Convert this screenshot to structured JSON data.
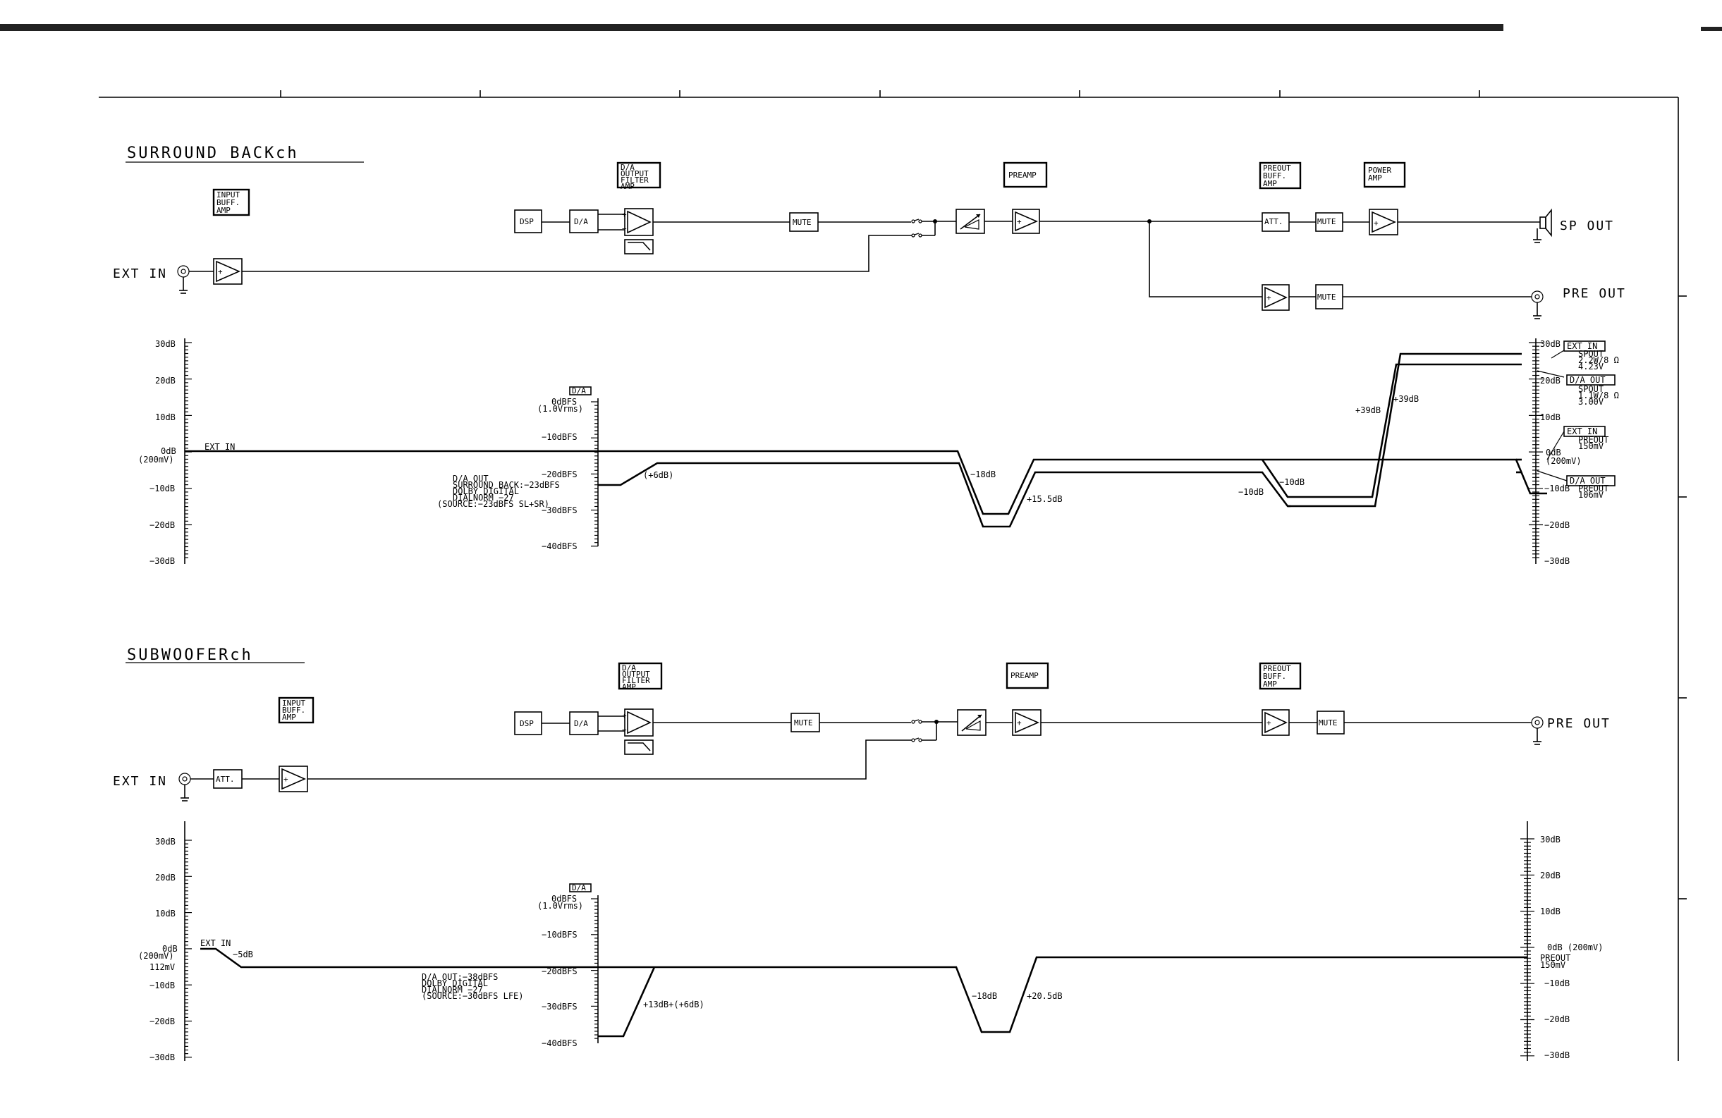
{
  "surround": {
    "title": "SURROUND BACKch",
    "blocks": {
      "input_buff_amp": [
        "INPUT",
        "BUFF.",
        "AMP"
      ],
      "da_filter": [
        "D/A",
        "OUTPUT",
        "FILTER",
        "AMP"
      ],
      "preamp": "PREAMP",
      "preout_buff_amp": [
        "PREOUT",
        "BUFF.",
        "AMP"
      ],
      "power_amp": [
        "POWER",
        "AMP"
      ],
      "dsp": "DSP",
      "da": "D/A",
      "mute": "MUTE",
      "att": "ATT.",
      "plus": "+"
    },
    "io": {
      "ext_in": "EXT IN",
      "sp_out": "SP OUT",
      "pre_out": "PRE OUT"
    },
    "left_scale": [
      "30dB",
      "20dB",
      "10dB",
      "0dB",
      "(200mV)",
      "−10dB",
      "−20dB",
      "−30dB"
    ],
    "mid_scale": {
      "label": "D/A",
      "ticks": [
        "0dBFS",
        "(1.0Vrms)",
        "−10dBFS",
        "−20dBFS",
        "−30dBFS",
        "−40dBFS"
      ]
    },
    "right_scale": [
      "30dB",
      "20dB",
      "10dB",
      "0dB",
      "(200mV)",
      "−10dB",
      "−20dB",
      "−30dB"
    ],
    "right_tags": {
      "ext_in_1": "EXT IN",
      "spout_1": [
        "SPOUT",
        "2.2W/8 Ω",
        "4.23V"
      ],
      "da_out_1": "D/A OUT",
      "spout_2": [
        "SPOUT",
        "1.1W/8 Ω",
        "3.00V"
      ],
      "ext_in_2": "EXT IN",
      "preout_1": [
        "PREOUT",
        "150mV"
      ],
      "da_out_2": "D/A OUT",
      "preout_2": [
        "PREOUT",
        "106mV"
      ]
    },
    "annotations": {
      "ext_in": "EXT IN",
      "da_out": [
        "D/A OUT",
        "SURROUND BACK:−23dBFS",
        "DOLBY DIGITAL",
        "DIALNORM −27",
        "(SOURCE:−23dBFS SL+SR)"
      ],
      "gain_6": "(+6dB)",
      "minus18": "−18dB",
      "plus15_5": "+15.5dB",
      "minus10_a": "−10dB",
      "minus10_b": "−10dB",
      "plus39_a": "+39dB",
      "plus39_b": "+39dB"
    }
  },
  "subwoofer": {
    "title": "SUBWOOFERch",
    "blocks": {
      "input_buff_amp": [
        "INPUT",
        "BUFF.",
        "AMP"
      ],
      "da_filter": [
        "D/A",
        "OUTPUT",
        "FILTER",
        "AMP"
      ],
      "preamp": "PREAMP",
      "preout_buff_amp": [
        "PREOUT",
        "BUFF.",
        "AMP"
      ],
      "dsp": "DSP",
      "da": "D/A",
      "mute": "MUTE",
      "att": "ATT.",
      "plus": "+"
    },
    "io": {
      "ext_in": "EXT IN",
      "pre_out": "PRE OUT"
    },
    "left_scale": [
      "30dB",
      "20dB",
      "10dB",
      "0dB",
      "(200mV)",
      "112mV",
      "−10dB",
      "−20dB",
      "−30dB"
    ],
    "mid_scale": {
      "label": "D/A",
      "ticks": [
        "0dBFS",
        "(1.0Vrms)",
        "−10dBFS",
        "−20dBFS",
        "−30dBFS",
        "−40dBFS"
      ]
    },
    "right_scale": [
      "30dB",
      "20dB",
      "10dB",
      "0dB (200mV)",
      "PREOUT",
      "150mV",
      "−10dB",
      "−20dB",
      "−30dB"
    ],
    "annotations": {
      "ext_in": "EXT IN",
      "minus5": "−5dB",
      "da_out": [
        "D/A OUT:−38dBFS",
        "DOLBY DIGITAL",
        "DIALNORM −27",
        "(SOURCE:−30dBFS LFE)"
      ],
      "gain": "+13dB+(+6dB)",
      "minus18": "−18dB",
      "plus20_5": "+20.5dB"
    }
  }
}
